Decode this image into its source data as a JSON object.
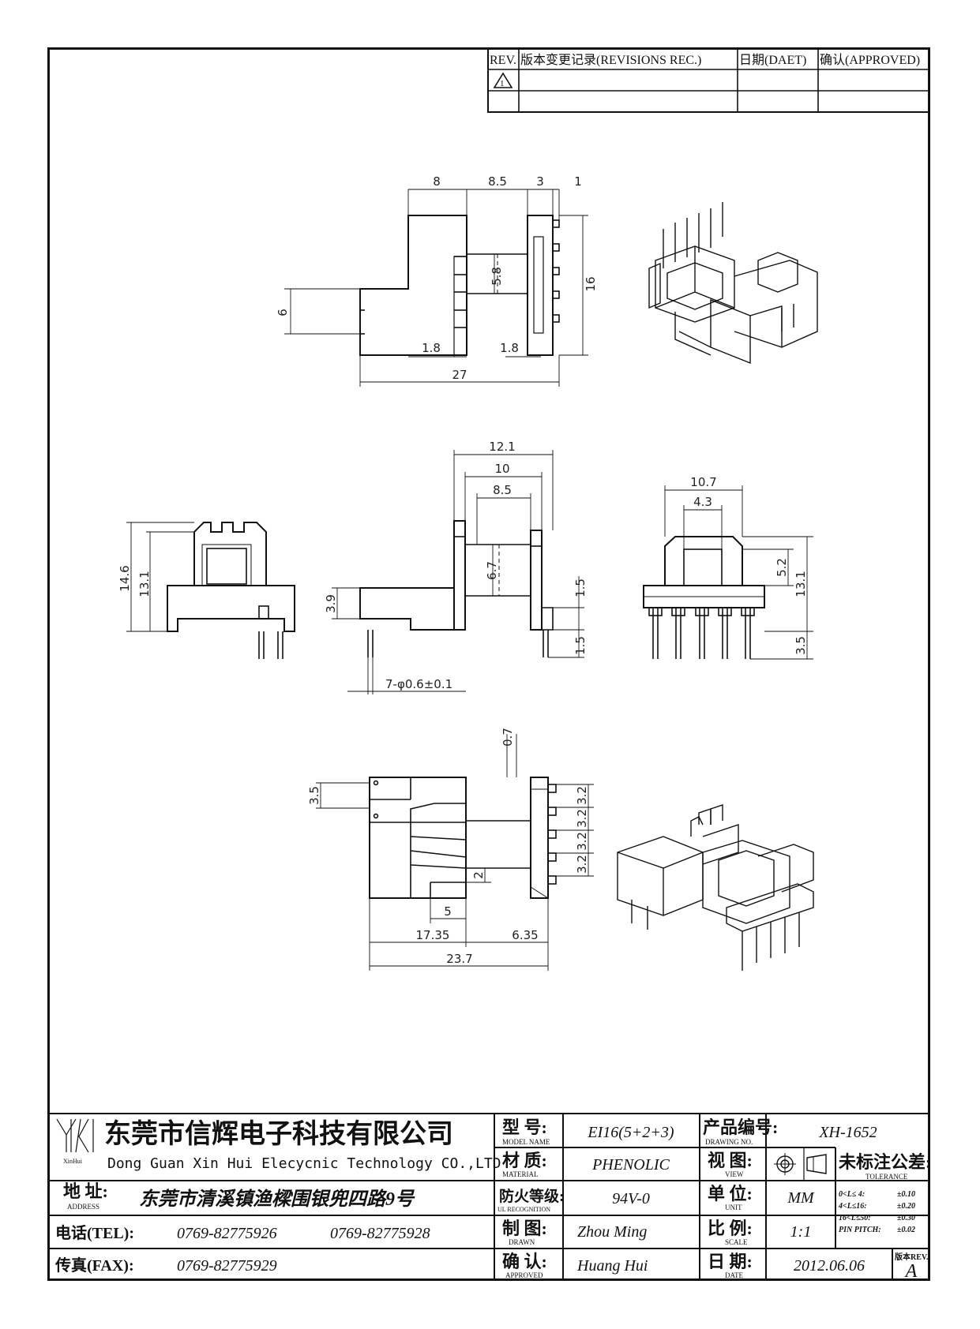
{
  "revision_table": {
    "headers": [
      "REV.",
      "版本变更记录(REVISIONS REC.)",
      "日期(DAET)",
      "确认(APPROVED)"
    ],
    "row1_rev": "1"
  },
  "top_view": {
    "dims": [
      "8",
      "8.5",
      "3",
      "1",
      "5.8",
      "16",
      "6",
      "1.8",
      "1.8",
      "27"
    ]
  },
  "front_views": {
    "left": {
      "dims": [
        "14.6",
        "13.1"
      ]
    },
    "middle": {
      "dims": [
        "12.1",
        "10",
        "8.5",
        "6.7",
        "3.9",
        "1.5",
        "1.5"
      ],
      "pin_note": "7-φ0.6±0.1"
    },
    "right": {
      "dims": [
        "10.7",
        "4.3",
        "5.2",
        "13.1",
        "3.5"
      ]
    }
  },
  "bottom_view": {
    "dims": [
      "0.7",
      "3.5",
      "3.2",
      "3.2",
      "3.2",
      "3.2",
      "2",
      "5",
      "17.35",
      "6.35",
      "23.7"
    ]
  },
  "title_block": {
    "logo_text": "XinHui",
    "company_cn": "东莞市信辉电子科技有限公司",
    "company_en": "Dong Guan Xin Hui Elecycnic Technology CO.,LTD",
    "address_label": "地  址:",
    "address_label_en": "ADDRESS",
    "address": "东莞市清溪镇渔樑围银兜四路9号",
    "tel_label": "电话(TEL):",
    "tel1": "0769-82775926",
    "tel2": "0769-82775928",
    "fax_label": "传真(FAX):",
    "fax": "0769-82775929",
    "model_label": "型  号:",
    "model_label_en": "MODEL NAME",
    "model": "EI16(5+2+3)",
    "material_label": "材  质:",
    "material_label_en": "MATERIAL",
    "material": "PHENOLIC",
    "ul_label": "防火等级:",
    "ul_label_en": "UL RECOGNITION",
    "ul": "94V-0",
    "drawn_label": "制  图:",
    "drawn_label_en": "DRAWN",
    "drawn": "Zhou Ming",
    "approved_label": "确  认:",
    "approved_label_en": "APPROVED",
    "approved": "Huang Hui",
    "drawing_no_label": "产品编号:",
    "drawing_no_label_en": "DRAWING NO.",
    "drawing_no": "XH-1652",
    "view_label": "视  图:",
    "view_label_en": "VIEW",
    "unit_label": "单  位:",
    "unit_label_en": "UNIT",
    "unit": "MM",
    "scale_label": "比  例:",
    "scale_label_en": "SCALE",
    "scale": "1:1",
    "date_label": "日  期:",
    "date_label_en": "DATE",
    "date": "2012.06.06",
    "tolerance_label": "未标注公差:",
    "tolerance_label_en": "TOLERANCE",
    "tolerances": [
      {
        "range": "0<L≤ 4:",
        "value": "±0.10"
      },
      {
        "range": "4<L≤16:",
        "value": "±0.20"
      },
      {
        "range": "16<L≤50:",
        "value": "±0.30"
      },
      {
        "range": "PIN PITCH:",
        "value": "±0.02"
      }
    ],
    "rev_label": "版本REV.",
    "rev": "A"
  }
}
